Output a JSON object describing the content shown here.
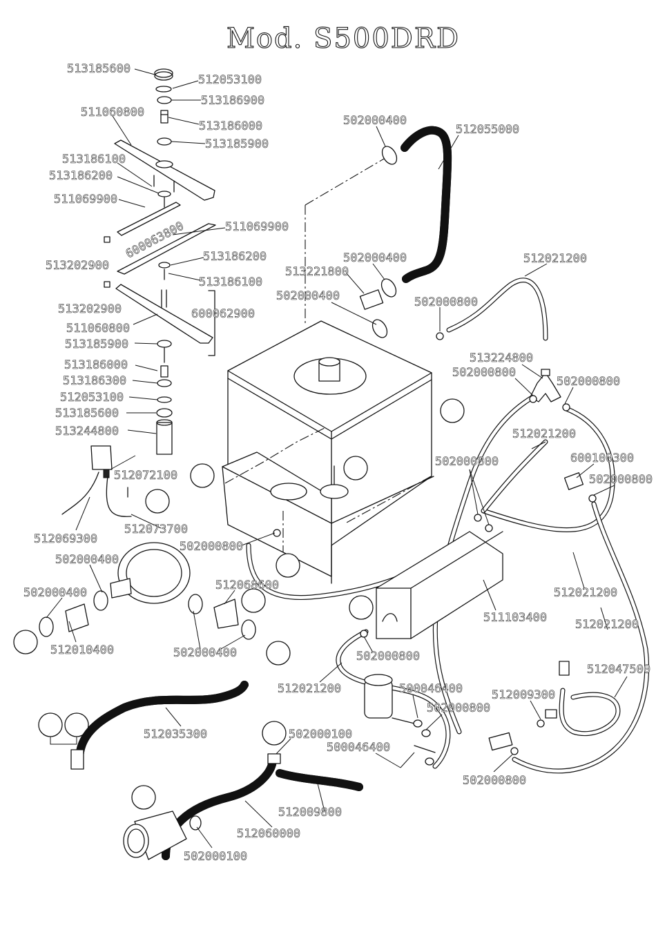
{
  "title": "Mod. S500DRD",
  "parts": {
    "p513185600_top": "513185600",
    "p512053100_top": "512053100",
    "p513186900": "513186900",
    "p511060800_top": "511060800",
    "p513186000_top": "513186000",
    "p513185900_top": "513185900",
    "p513186100_a": "513186100",
    "p513186200_a": "513186200",
    "p511069900_a": "511069900",
    "p600063800": "600063800",
    "p511069900_b": "511069900",
    "p513202900_a": "513202900",
    "p513186200_b": "513186200",
    "p513186100_b": "513186100",
    "p513202900_b": "513202900",
    "p600062900": "600062900",
    "p511060800_b": "511060800",
    "p513185900_b": "513185900",
    "p513186000_b": "513186000",
    "p513186300": "513186300",
    "p512053100_b": "512053100",
    "p513185600_b": "513185600",
    "p513244800": "513244800",
    "p512072100": "512072100",
    "p512069300": "512069300",
    "p512073700": "512073700",
    "p502000400_a": "502000400",
    "p512055000": "512055000",
    "p502000400_b": "502000400",
    "p513221800": "513221800",
    "p502000400_c": "502000400",
    "p502000800_a": "502000800",
    "p512021200_a": "512021200",
    "p513224800": "513224800",
    "p502000800_b": "502000800",
    "p502000800_c": "502000800",
    "p512021200_b": "512021200",
    "p502000800_d": "502000800",
    "p600100300": "600100300",
    "p502000800_e": "502000800",
    "p502000800_f": "502000800",
    "p502000400_d": "502000400",
    "p502000400_e": "502000400",
    "p512068600": "512068600",
    "p512021200_c": "512021200",
    "p511103400": "511103400",
    "p512021200_d": "512021200",
    "p512010400": "512010400",
    "p502000400_f": "502000400",
    "p502000800_g": "502000800",
    "p512047500": "512047500",
    "p512021200_e": "512021200",
    "p500046400_a": "500046400",
    "p512009300": "512009300",
    "p502000800_h": "502000800",
    "p512035300": "512035300",
    "p502000100_a": "502000100",
    "p500046400_b": "500046400",
    "p502000800_i": "502000800",
    "p512009800": "512009800",
    "p512060000": "512060000",
    "p502000100_b": "502000100"
  }
}
